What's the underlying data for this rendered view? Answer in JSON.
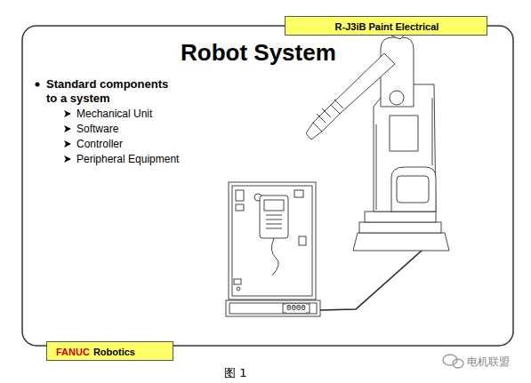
{
  "diagram": {
    "title": "Robot System",
    "caption": "图 1",
    "nodes": [
      {
        "text": [
          "R-J3iB Paint Electrical"
        ]
      },
      {
        "text": [
          "FANUC",
          "Robotics"
        ]
      }
    ],
    "labels": [
      "Standard components to a system",
      "Mechanical Unit",
      "Software",
      "Controller",
      "Peripheral Equipment",
      "0000",
      "电机联盟"
    ]
  }
}
